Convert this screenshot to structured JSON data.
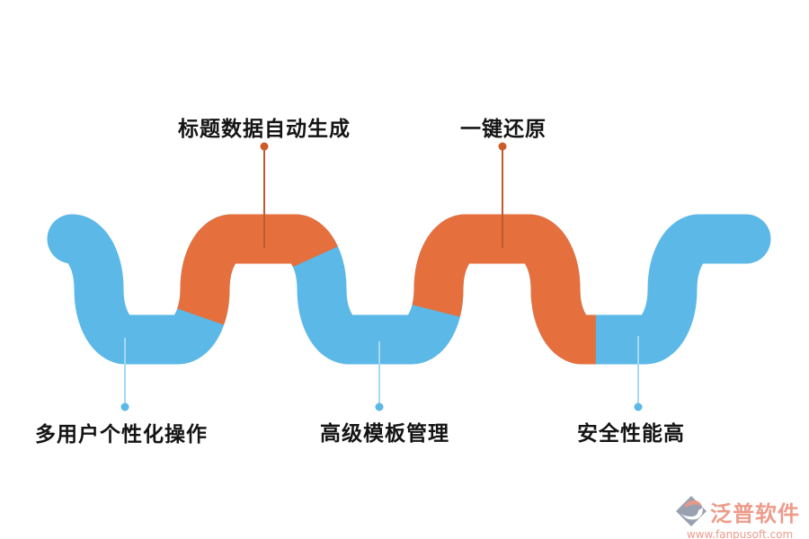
{
  "canvas": {
    "background": "#ffffff"
  },
  "diagram": {
    "type": "serpentine-flow-infographic",
    "wave_colors": {
      "blue": "#5BB8E7",
      "orange": "#E56F3D"
    },
    "connector_colors": {
      "top_line": "#C05A2C",
      "top_dot": "#CC5B2A",
      "bottom_line": "#A6D9F4",
      "bottom_dot": "#5BB8E7"
    },
    "label_color": "#141414",
    "top_labels": [
      {
        "text": "标题数据自动生成"
      },
      {
        "text": "一键还原"
      }
    ],
    "bottom_labels": [
      {
        "text": "多用户个性化操作"
      },
      {
        "text": "高级模板管理"
      },
      {
        "text": "安全性能高"
      }
    ]
  },
  "watermark": {
    "brand": "泛普软件",
    "url": "www.fanpusoft.com",
    "brand_color": "#EC9C8B",
    "icon": "fanpu-diamond-logo",
    "icon_colors": {
      "diamond": "#99A1B1",
      "swoosh": "#E49A86"
    }
  }
}
